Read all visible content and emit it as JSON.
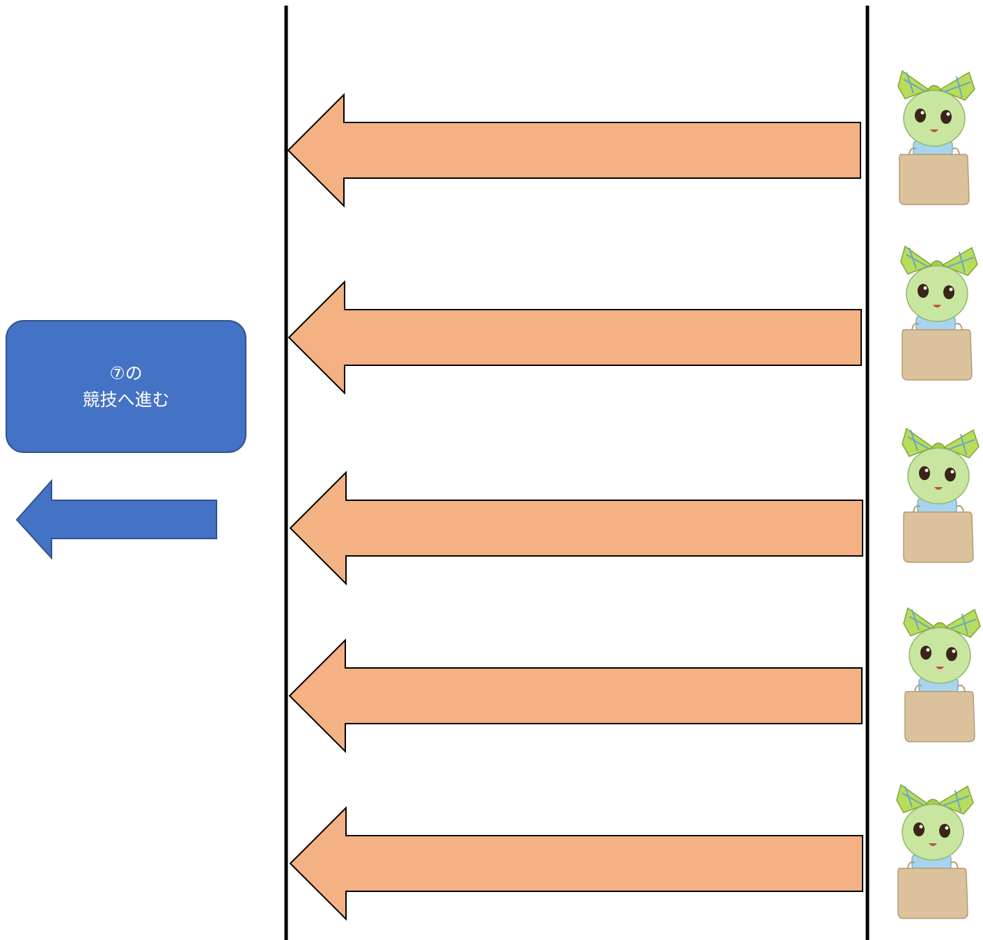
{
  "instruction_box": {
    "line1": "⑦の",
    "line2": "競技へ進む"
  },
  "colors": {
    "lane_arrow_fill": "#f4b183",
    "lane_arrow_stroke": "#000000",
    "lane_line": "#000000",
    "box_fill": "#4472c4",
    "box_border": "#2f528f",
    "box_text": "#ffffff",
    "exit_arrow_fill": "#4472c4",
    "exit_arrow_stroke": "#2f528f",
    "mascot_face": "#c9e6a0",
    "mascot_bow": "#b8dc5c",
    "mascot_bag": "#dcc29c",
    "mascot_shirt": "#a8d4ee"
  },
  "lanes": [
    {
      "direction": "left"
    },
    {
      "direction": "left"
    },
    {
      "direction": "left"
    },
    {
      "direction": "left"
    },
    {
      "direction": "left"
    }
  ],
  "mascot": {
    "icon": "mascot-in-bag-icon",
    "count": 5
  }
}
